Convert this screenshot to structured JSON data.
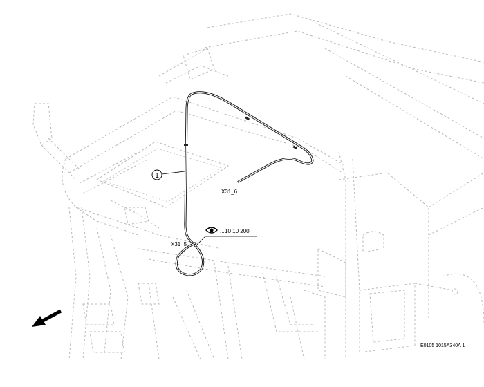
{
  "callout": {
    "number": "1"
  },
  "connectors": {
    "upper": "X31_6",
    "lower": "X31_5"
  },
  "reference": {
    "text": "10 10 200",
    "icon": "eye-icon"
  },
  "direction": {
    "icon": "arrow-forward-icon"
  },
  "footer": {
    "code": "E0105 1015A340A 1"
  },
  "colors": {
    "cable": "#222222",
    "ghost": "#b8b8b8"
  }
}
